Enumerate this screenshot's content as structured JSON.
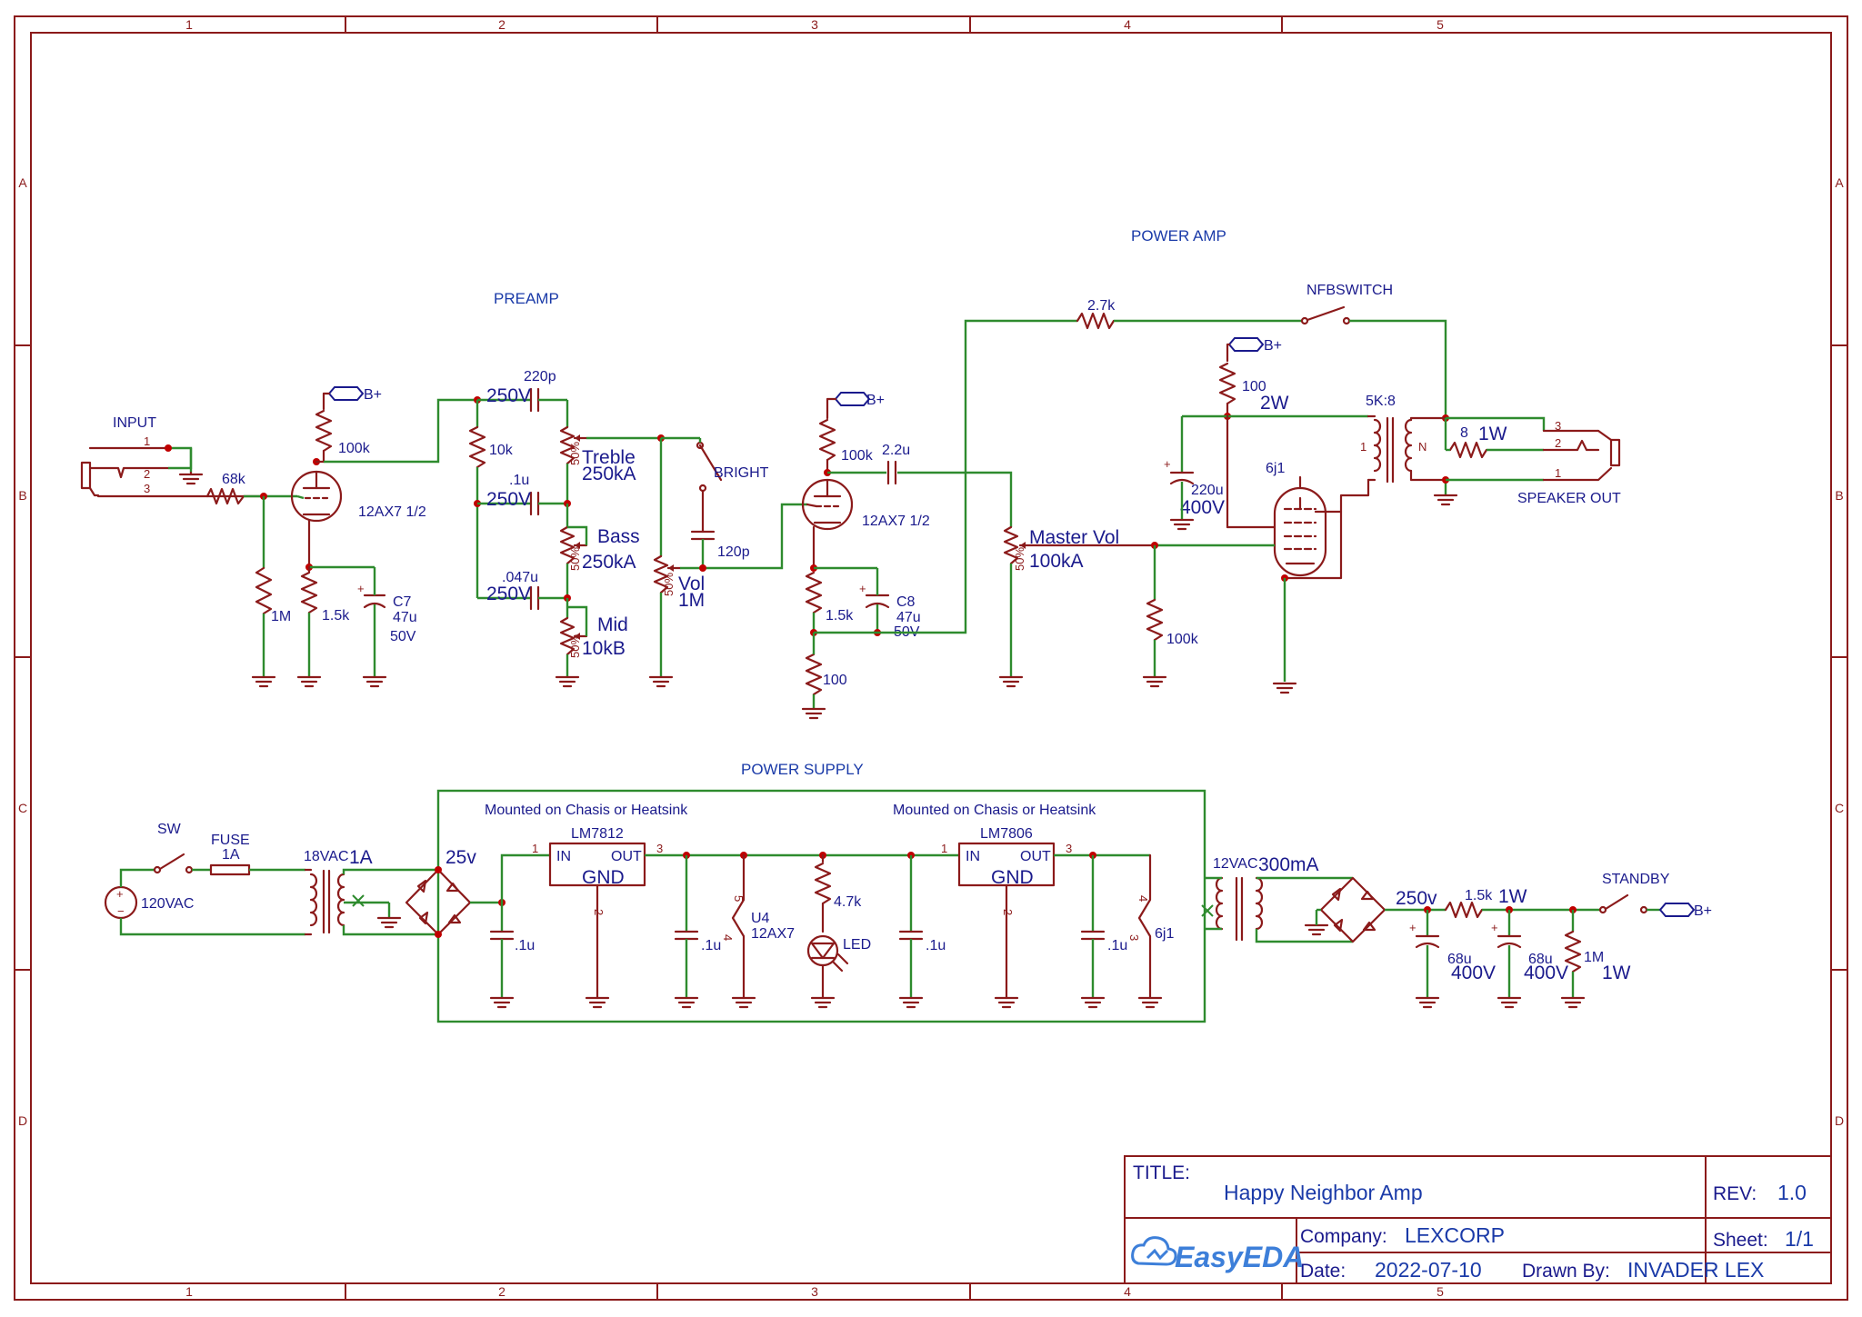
{
  "sections": {
    "preamp": "PREAMP",
    "power_amp": "POWER AMP",
    "power_supply": "POWER SUPPLY"
  },
  "grid": {
    "columns": [
      "1",
      "2",
      "3",
      "4",
      "5"
    ],
    "rows": [
      "A",
      "B",
      "C",
      "D"
    ]
  },
  "preamp": {
    "input": "INPUT",
    "pin1": "1",
    "pin2": "2",
    "pin3": "3",
    "r_in": "68k",
    "r_1m": "1M",
    "r_plate": "100k",
    "r_cathode": "1.5k",
    "tube": "12AX7 1/2",
    "c7_name": "C7",
    "c7_val": "47u",
    "c7_volt": "50V",
    "bplus": "B+",
    "r_tone": "10k",
    "c_treble_val": "220p",
    "c_treble_volt": "250V",
    "c_bass_val": ".1u",
    "c_bass_volt": "250V",
    "c_mid_val": ".047u",
    "c_mid_volt": "250V",
    "treble_name": "Treble",
    "treble_val": "250kA",
    "bass_name": "Bass",
    "bass_val": "250kA",
    "mid_name": "Mid",
    "mid_val": "10kB",
    "vol_name": "Vol",
    "vol_val": "1M",
    "bright": "BRIGHT",
    "c_bright": "120p",
    "pot_pct": "50%"
  },
  "stage2": {
    "r_plate": "100k",
    "tube": "12AX7 1/2",
    "c_couple": "2.2u",
    "r_cathode": "1.5k",
    "c8_name": "C8",
    "c8_val": "47u",
    "c8_volt": "50V",
    "r_100": "100",
    "bplus": "B+",
    "master_name": "Master Vol",
    "master_val": "100kA"
  },
  "power_amp": {
    "r_nfb": "2.7k",
    "nfb_switch": "NFBSWITCH",
    "bplus": "B+",
    "r_screen": "100",
    "r_screen_w": "2W",
    "c_filter": "220u",
    "c_filter_volt": "400V",
    "tube": "6j1",
    "r_grid": "100k",
    "transformer": "5K:8",
    "r_load": "8",
    "r_load_w": "1W",
    "spk_pin3": "3",
    "spk_pin2": "2",
    "spk_pin1": "1",
    "speaker_out": "SPEAKER OUT"
  },
  "power_supply": {
    "sw": "SW",
    "mains": "120VAC",
    "fuse": "FUSE",
    "fuse_val": "1A",
    "t1_sec": "18VAC",
    "t1_cur": "1A",
    "rect_out": "25v",
    "mount1": "Mounted on Chasis or Heatsink",
    "mount2": "Mounted on Chasis or Heatsink",
    "reg1": "LM7812",
    "reg2": "LM7806",
    "in": "IN",
    "out": "OUT",
    "gnd": "GND",
    "pin1": "1",
    "pin2": "2",
    "pin3": "3",
    "pin4": "4",
    "pin5": "5",
    "c_01a": ".1u",
    "c_01b": ".1u",
    "c_01c": ".1u",
    "c_01d": ".1u",
    "u4": "U4",
    "u4_tube": "12AX7",
    "r_led": "4.7k",
    "led": "LED",
    "heater2": "6j1",
    "t2_sec": "12VAC",
    "t2_cur": "300mA",
    "hv": "250v",
    "r_hv": "1.5k",
    "r_hv_w": "1W",
    "c_hv1": "68u",
    "c_hv1_volt": "400V",
    "c_hv2": "68u",
    "c_hv2_volt": "400V",
    "r_bleed": "1M",
    "r_bleed_w": "1W",
    "standby": "STANDBY",
    "bplus": "B+"
  },
  "title_block": {
    "title_label": "TITLE:",
    "title": "Happy Neighbor Amp",
    "rev_label": "REV:",
    "rev": "1.0",
    "company_label": "Company:",
    "company": "LEXCORP",
    "sheet_label": "Sheet:",
    "sheet": "1/1",
    "date_label": "Date:",
    "date": "2022-07-10",
    "drawn_label": "Drawn By:",
    "drawn": "INVADER LEX",
    "logo": "EasyEDA"
  }
}
